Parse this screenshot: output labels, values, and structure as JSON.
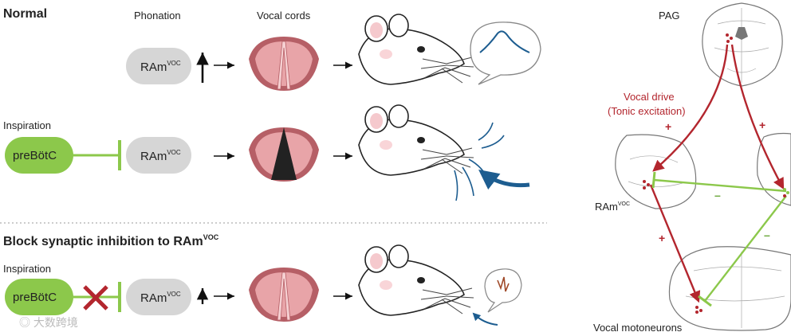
{
  "sections": {
    "normal": "Normal",
    "block": "Block synaptic inhibition to RAm",
    "block_sup": "VOC"
  },
  "columns": {
    "phonation": "Phonation",
    "vocal_cords": "Vocal cords"
  },
  "nodes": {
    "ram": "RAm",
    "ram_sup": "VOC",
    "prebotc": "preBötC"
  },
  "labels": {
    "inspiration_1": "Inspiration",
    "inspiration_2": "Inspiration"
  },
  "circuit": {
    "pag": "PAG",
    "vocal_drive": "Vocal drive",
    "tonic_excitation": "(Tonic excitation)",
    "ram": "RAm",
    "ram_sup": "VOC",
    "vocal_motoneurons": "Vocal motoneurons",
    "plus": "+",
    "minus": "–"
  },
  "watermark": "大数跨境",
  "colors": {
    "green": "#8cc84b",
    "red": "#b3262e",
    "blue": "#1d5d90",
    "grey_node": "#d6d6d6",
    "cord_pink": "#e8a4a8"
  }
}
